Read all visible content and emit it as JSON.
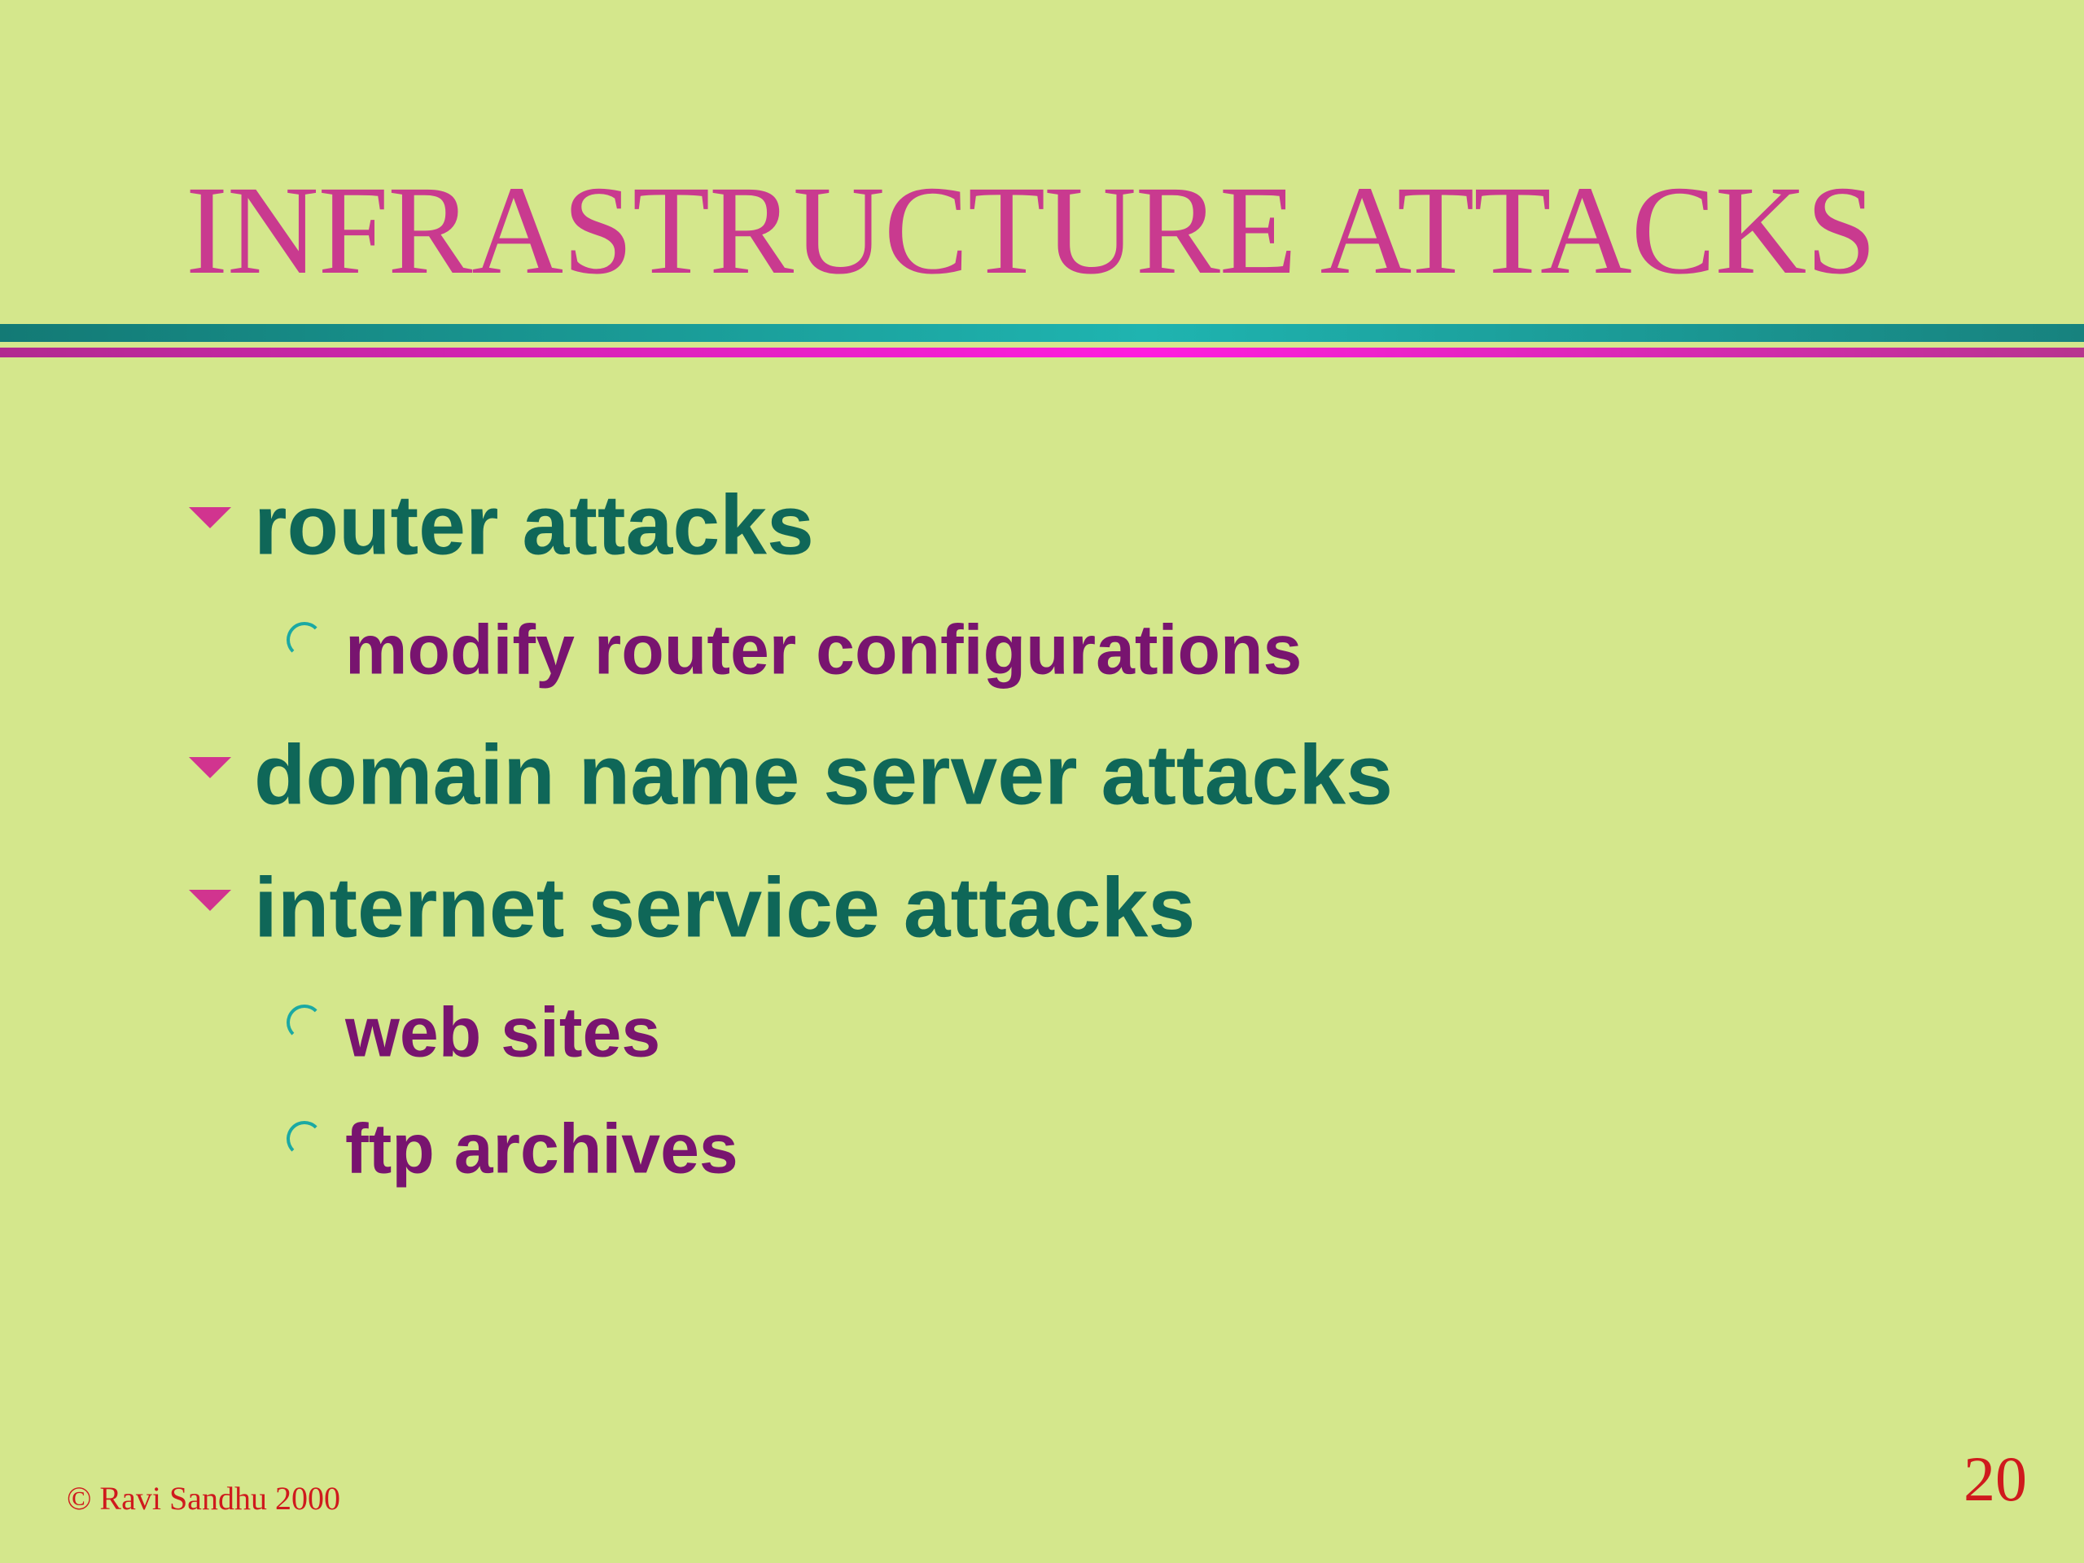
{
  "slide": {
    "title": "INFRASTRUCTURE ATTACKS",
    "bullets": [
      {
        "level": 1,
        "text": "router attacks"
      },
      {
        "level": 2,
        "text": "modify router configurations"
      },
      {
        "level": 1,
        "text": "domain name server attacks"
      },
      {
        "level": 1,
        "text": "internet service attacks"
      },
      {
        "level": 2,
        "text": "web sites"
      },
      {
        "level": 2,
        "text": "ftp archives"
      }
    ],
    "footer": {
      "copyright": "© Ravi Sandhu 2000",
      "page_number": "20"
    },
    "colors": {
      "background": "#d4e78c",
      "title": "#c93a8f",
      "level1_text": "#0f6758",
      "level2_text": "#78146f",
      "footer_text": "#cf1a1d",
      "rule_teal": "#1fb4b0",
      "rule_magenta": "#ff1cdf"
    },
    "icons": {
      "level1_marker": "pink-triangle-bullet-icon",
      "level2_marker": "teal-circle-bullet-icon"
    }
  }
}
